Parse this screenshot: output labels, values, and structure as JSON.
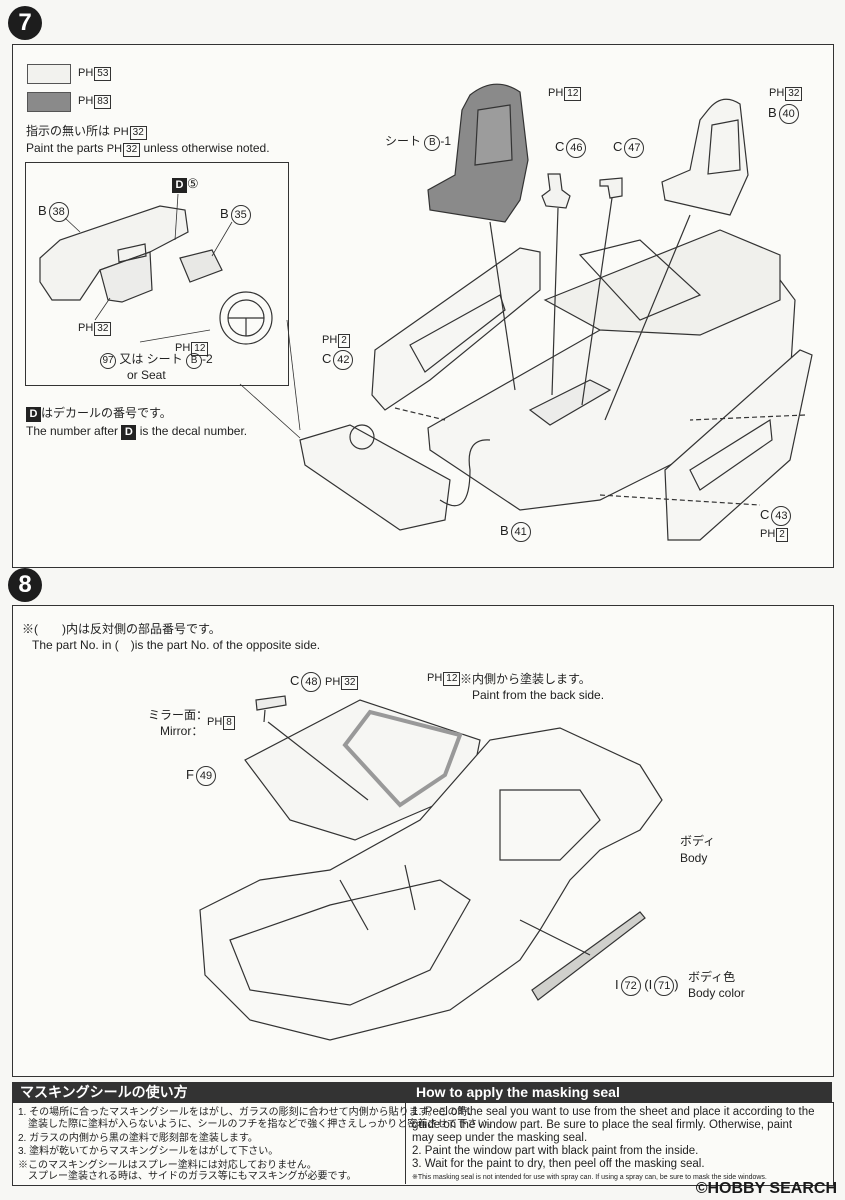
{
  "step7": {
    "number": "7",
    "legend": [
      {
        "label": "PH",
        "code": "53",
        "color": "#f2f2ee"
      },
      {
        "label": "PH",
        "code": "83",
        "color": "#8a8a8a"
      }
    ],
    "note_jp_pre": "指示の無い所は",
    "note_code": "32",
    "note_en_pre": "Paint the parts",
    "note_en_post": "unless otherwise noted.",
    "inset": {
      "decal_letter": "D",
      "decal_no": "⑤",
      "part_b38": "B",
      "part_b38_no": "38",
      "part_b35": "B",
      "part_b35_no": "35",
      "ph32": "32",
      "ph12": "12",
      "wheel_no": "97",
      "wheel_jp": "又は シート",
      "wheel_b": "B",
      "wheel_suffix": "-2",
      "wheel_en": "or Seat"
    },
    "decal_jp": "はデカールの番号です。",
    "decal_en_pre": "The number after",
    "decal_en_post": "is the decal number.",
    "labels": {
      "seat1_jp": "シート",
      "seat1_b": "B",
      "seat1_suffix": "-1",
      "ph12": "12",
      "c46": "C",
      "c46_no": "46",
      "c47": "C",
      "c47_no": "47",
      "ph32": "32",
      "b40": "B",
      "b40_no": "40",
      "ph2": "2",
      "c42": "C",
      "c42_no": "42",
      "c43": "C",
      "c43_no": "43",
      "ph2b": "2",
      "b41": "B",
      "b41_no": "41"
    }
  },
  "step8": {
    "number": "8",
    "note_jp": "※(　　)内は反対側の部品番号です。",
    "note_en": "The part No. in (　)is the part No. of the opposite side.",
    "c48": "C",
    "c48_no": "48",
    "c48_ph": "32",
    "ph12": "12",
    "inside_jp": "※内側から塗装します。",
    "inside_en": "Paint from the back side.",
    "mirror_jp": "ミラー面：",
    "mirror_en": "Mirror：",
    "mirror_ph": "8",
    "f49": "F",
    "f49_no": "49",
    "body_jp": "ボディ",
    "body_en": "Body",
    "i72": "I",
    "i72_no": "72",
    "i71": "I",
    "i71_no": "71",
    "bodycolor_jp": "ボディ色",
    "bodycolor_en": "Body color"
  },
  "masking": {
    "title_jp": "マスキングシールの使い方",
    "title_en": "How to apply the masking seal",
    "jp_items": [
      "1. その場所に合ったマスキングシールをはがし、ガラスの彫刻に合わせて内側から貼ります。この時、",
      "　塗装した際に塗料が入らないように、シールのフチを指などで強く押さえしっかりと密着させて下さい。",
      "2. ガラスの内側から黒の塗料で彫刻部を塗装します。",
      "3. 塗料が乾いてからマスキングシールをはがして下さい。",
      "※このマスキングシールはスプレー塗料には対応しておりません。",
      "　スプレー塗装される時は、サイドのガラス等にもマスキングが必要です。"
    ],
    "en_items": [
      "1.  Peel off the seal you want to use from the sheet and place it according to the",
      "     guide on the window part. Be sure to place the seal firmly. Otherwise, paint",
      "     may seep under the masking seal.",
      "2.  Paint the window part with black paint from the inside.",
      "3.  Wait for the paint to dry, then peel off the masking seal.",
      "※This masking seal is not intended for use with spray can. If using a spray can, be sure to mask the side windows."
    ]
  },
  "watermark": "©HOBBY SEARCH"
}
